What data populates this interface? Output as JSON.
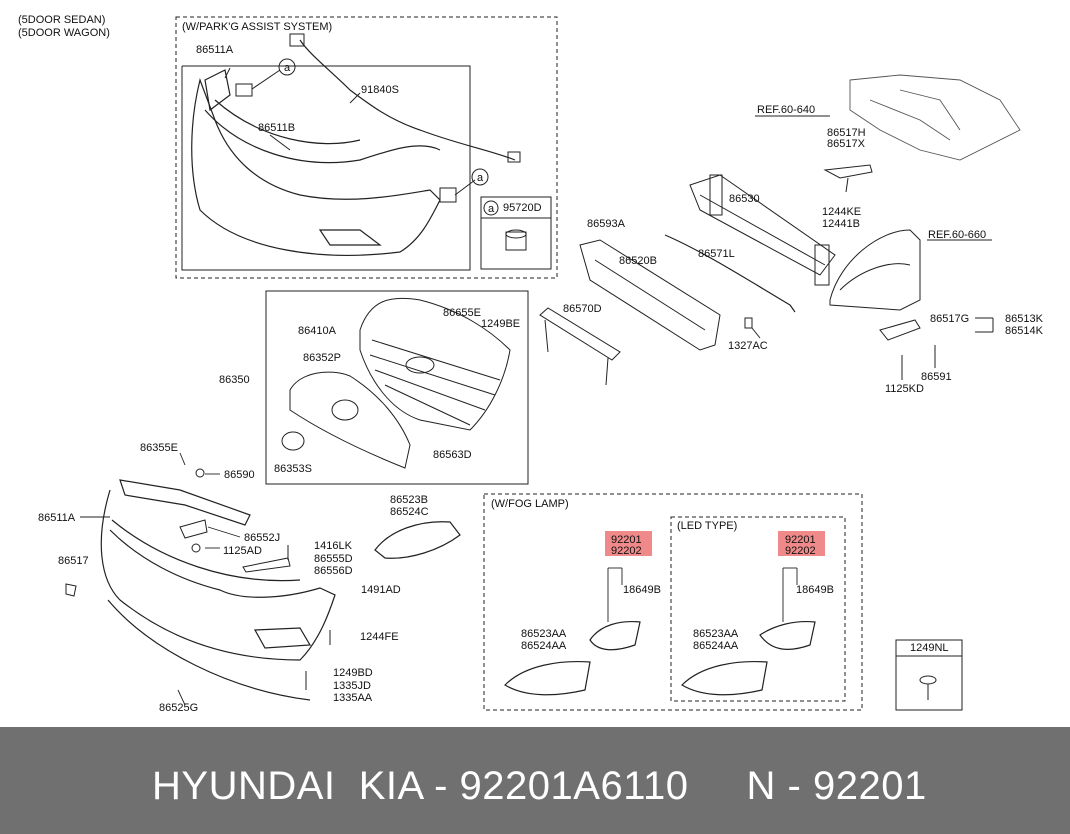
{
  "header": {
    "variant_1": "(5DOOR SEDAN)",
    "variant_2": "(5DOOR WAGON)"
  },
  "boxes": {
    "park_assist": "(W/PARK'G ASSIST SYSTEM)",
    "fog_lamp": "(W/FOG LAMP)",
    "led_type": "(LED TYPE)",
    "bolt_box": "1249NL",
    "sensor_ref": "a",
    "sensor_ref_part": "95720D"
  },
  "refs": {
    "ref_640": "REF.60-640",
    "ref_660": "REF.60-660"
  },
  "parts": {
    "p86511A_top": "86511A",
    "p86511B": "86511B",
    "p91840S": "91840S",
    "p86517H": "86517H",
    "p86517X": "86517X",
    "p86530": "86530",
    "p1244KE": "1244KE",
    "p12441B": "12441B",
    "p86593A": "86593A",
    "p86520B": "86520B",
    "p86571L": "86571L",
    "p86570D": "86570D",
    "p1327AC": "1327AC",
    "p86517G": "86517G",
    "p86513K": "86513K",
    "p86514K": "86514K",
    "p86591": "86591",
    "p1125KD": "1125KD",
    "p86410A": "86410A",
    "p86655E": "86655E",
    "p1249BE": "1249BE",
    "p86352P": "86352P",
    "p86350": "86350",
    "p86353S": "86353S",
    "p86563D": "86563D",
    "p86355E": "86355E",
    "p86590": "86590",
    "p86511A": "86511A",
    "p86552J": "86552J",
    "p1125AD": "1125AD",
    "p1416LK": "1416LK",
    "p86555D": "86555D",
    "p86556D": "86556D",
    "p86517": "86517",
    "p1491AD": "1491AD",
    "p1244FE": "1244FE",
    "p1249BD": "1249BD",
    "p1335JD": "1335JD",
    "p1335AA": "1335AA",
    "p86525G": "86525G",
    "p86523B": "86523B",
    "p86524C": "86524C",
    "p92201_a": "92201",
    "p92202_a": "92202",
    "p18649B_a": "18649B",
    "p86523AA_a": "86523AA",
    "p86524AA_a": "86524AA",
    "p92201_b": "92201",
    "p92202_b": "92202",
    "p18649B_b": "18649B",
    "p86523AA_b": "86523AA",
    "p86524AA_b": "86524AA"
  },
  "colors": {
    "highlight": "#f08a8a",
    "footer_bg": "#707070",
    "footer_text": "#ffffff"
  },
  "footer": {
    "text": "HYUNDAI  KIA - 92201A6110     N - 92201"
  }
}
